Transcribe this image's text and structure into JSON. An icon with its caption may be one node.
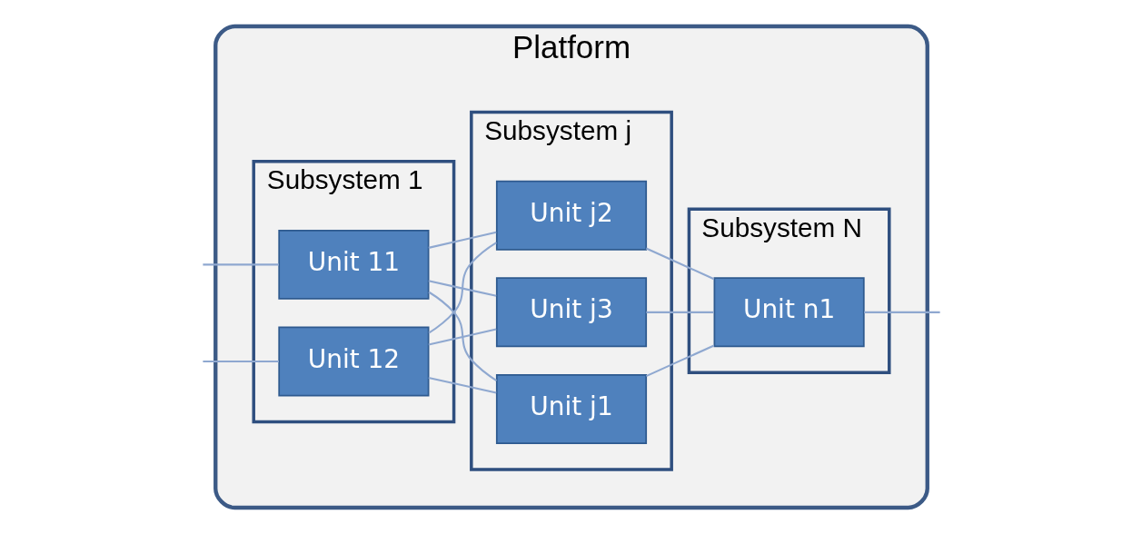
{
  "diagram": {
    "nodes": [
      {
        "text": [
          "Platform"
        ]
      },
      {
        "text": [
          "Subsystem 1"
        ],
        "in": 0
      },
      {
        "text": [
          "Unit 11"
        ],
        "in": 1
      },
      {
        "text": [
          "Unit 12"
        ],
        "in": 1
      },
      {
        "text": [
          "Subsystem j"
        ],
        "in": 0
      },
      {
        "text": [
          "Unit j1"
        ],
        "in": 4
      },
      {
        "text": [
          "Unit j2"
        ],
        "in": 4
      },
      {
        "text": [
          "Unit j3"
        ],
        "in": 4
      },
      {
        "text": [
          "Subsystem N"
        ],
        "in": 0
      },
      {
        "text": [
          "Unit n1"
        ],
        "in": 8
      }
    ],
    "edges": [
      {
        "from": null,
        "to": 2,
        "arrow": "none"
      },
      {
        "from": null,
        "to": 3,
        "arrow": "none"
      },
      {
        "from": 2,
        "to": 5,
        "arrow": "none"
      },
      {
        "from": 2,
        "to": 6,
        "arrow": "none"
      },
      {
        "from": 2,
        "to": 7,
        "arrow": "none"
      },
      {
        "from": 3,
        "to": 5,
        "arrow": "none"
      },
      {
        "from": 3,
        "to": 6,
        "arrow": "none"
      },
      {
        "from": 3,
        "to": 7,
        "arrow": "none"
      },
      {
        "from": 5,
        "to": 9,
        "arrow": "none"
      },
      {
        "from": 6,
        "to": 9,
        "arrow": "none"
      },
      {
        "from": 7,
        "to": 9,
        "arrow": "none"
      },
      {
        "from": 9,
        "to": null,
        "arrow": "none"
      }
    ]
  }
}
